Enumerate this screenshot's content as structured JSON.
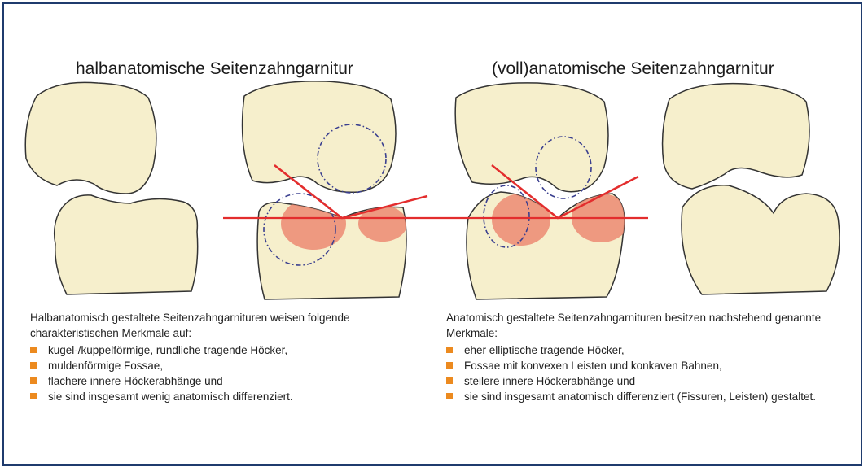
{
  "headings": {
    "left": "halbanatomische Seitenzahngarnitur",
    "right": "(voll)anatomische Seitenzahngarnitur"
  },
  "left_text": {
    "intro": "Halbanatomisch gestaltete Seitenzahngarnituren weisen folgende charakteristischen Merkmale auf:",
    "bullets": [
      "kugel-/kuppelförmige, rundliche tragende Höcker,",
      "muldenförmige Fossae,",
      "flachere innere Höckerabhänge und",
      "sie sind insgesamt wenig anatomisch differenziert."
    ]
  },
  "right_text": {
    "intro": "Anatomisch gestaltete Seitenzahngarnituren besitzen nachstehend genannte Merkmale:",
    "bullets": [
      "eher elliptische tragende Höcker,",
      "Fossae mit konvexen Leisten und konkaven Bahnen,",
      "steilere innere Höckerabhänge und",
      "sie sind insgesamt anatomisch differenziert (Fissuren, Leisten) gestaltet."
    ]
  },
  "colors": {
    "border": "#1f3b6d",
    "tooth_fill": "#f6efcc",
    "tooth_stroke": "#333333",
    "line_red": "#e32d2d",
    "contact_fill": "#ec8a72",
    "circle_dash": "#3a3f8f",
    "bullet": "#ec8a1f"
  }
}
